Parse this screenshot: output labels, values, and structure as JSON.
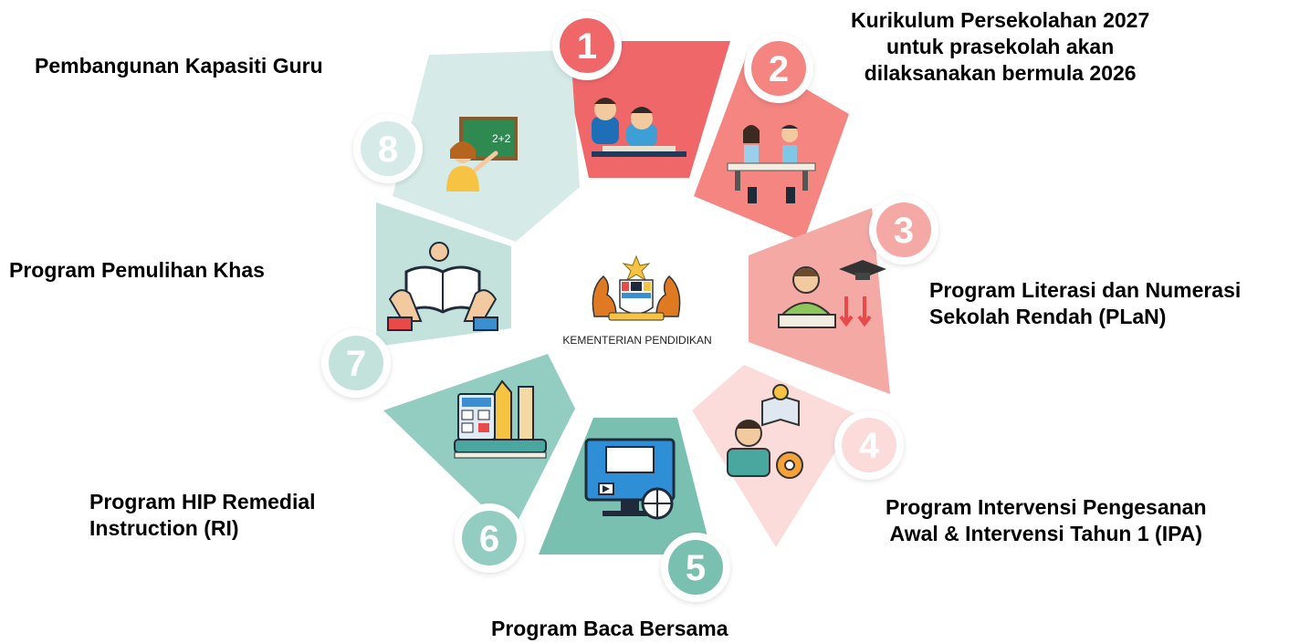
{
  "center": {
    "org_name": "KEMENTERIAN PENDIDIKAN"
  },
  "colors": {
    "seg1": "#f0676a",
    "seg2": "#f58581",
    "seg3": "#f5a9a5",
    "seg4": "#fbdcda",
    "seg5": "#7ac0b0",
    "seg6": "#93ccc0",
    "seg7": "#c3e2dc",
    "seg8": "#d6ebe7"
  },
  "segments": [
    {
      "number": "1",
      "icon": "teacher-student-icon",
      "text_lines": []
    },
    {
      "number": "2",
      "icon": "students-at-desk-icon",
      "text_lines": [
        "Kurikulum Persekolahan 2027",
        "untuk prasekolah akan",
        "dilaksanakan bermula 2026"
      ]
    },
    {
      "number": "3",
      "icon": "student-reading-graduation-icon",
      "text_lines": [
        "Program Literasi dan Numerasi",
        "Sekolah Rendah (PLaN)"
      ]
    },
    {
      "number": "4",
      "icon": "teacher-ideas-gear-icon",
      "text_lines": [
        "Program Intervensi Pengesanan",
        "Awal & Intervensi Tahun 1 (IPA)"
      ]
    },
    {
      "number": "5",
      "icon": "e-learning-computer-icon",
      "text_lines": [
        "Program Baca Bersama"
      ]
    },
    {
      "number": "6",
      "icon": "calculator-books-pencil-icon",
      "text_lines": [
        "Program HIP Remedial",
        "Instruction (RI)"
      ]
    },
    {
      "number": "7",
      "icon": "hands-reading-book-icon",
      "text_lines": [
        "Program Pemulihan Khas"
      ]
    },
    {
      "number": "8",
      "icon": "teacher-blackboard-icon",
      "text_lines": [
        "Pembangunan Kapasiti Guru"
      ]
    }
  ],
  "blackboard_text": "2+2"
}
